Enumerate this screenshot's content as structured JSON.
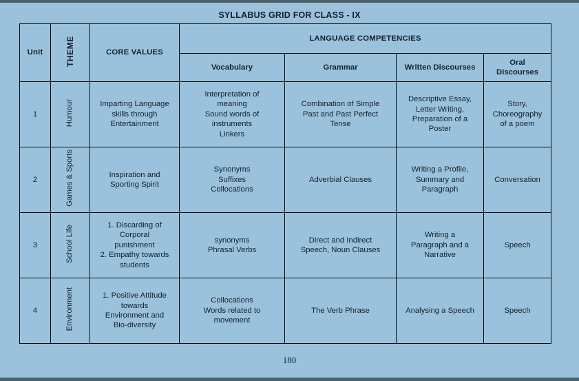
{
  "document": {
    "title": "SYLLABUS GRID FOR CLASS - IX",
    "page_number": "180",
    "background_color": "#9ac2dc",
    "border_color": "#0a0a0a",
    "edge_bar_color": "#4e606c"
  },
  "table": {
    "headers": {
      "unit": "Unit",
      "theme": "THEME",
      "core_values": "CORE VALUES",
      "language_competencies": "LANGUAGE COMPETENCIES",
      "vocabulary": "Vocabulary",
      "grammar": "Grammar",
      "written_discourses": "Written Discourses",
      "oral_discourses": "Oral\nDiscourses"
    },
    "rows": [
      {
        "unit": "1",
        "theme": "Humour",
        "core_values": "Imparting Language\nskills through\nEntertainment",
        "vocabulary": "Interpretation of\nmeaning\nSound words of\ninstruments\nLinkers",
        "grammar": "Combination of Simple\nPast and Past Perfect\nTense",
        "written_discourses": "Descriptive Essay,\nLetter Writing,\nPreparation of a\nPoster",
        "oral_discourses": "Story,\nChoreography\nof a poem"
      },
      {
        "unit": "2",
        "theme": "Games & Sports",
        "core_values": "Inspiration and\nSporting Spirit",
        "vocabulary": "Synonyms\nSuffixes\nCollocations",
        "grammar": "Adverbial Clauses",
        "written_discourses": "Writing a Profile,\nSummary and\nParagraph",
        "oral_discourses": "Conversation"
      },
      {
        "unit": "3",
        "theme": "School Life",
        "core_values": "1. Discarding of\nCorporal\npunishment\n2. Empathy towards\nstudents",
        "vocabulary": "synonyms\nPhrasal Verbs",
        "grammar": "Direct and Indirect\nSpeech, Noun Clauses",
        "written_discourses": "Writing a\nParagraph and a\nNarrative",
        "oral_discourses": "Speech"
      },
      {
        "unit": "4",
        "theme": "Environment",
        "core_values": "1. Positive Attitude\ntowards\nEnvironment and\nBio-diversity",
        "vocabulary": "Collocations\nWords related to\nmovement",
        "grammar": "The Verb Phrase",
        "written_discourses": "Analysing a Speech",
        "oral_discourses": "Speech"
      }
    ]
  }
}
